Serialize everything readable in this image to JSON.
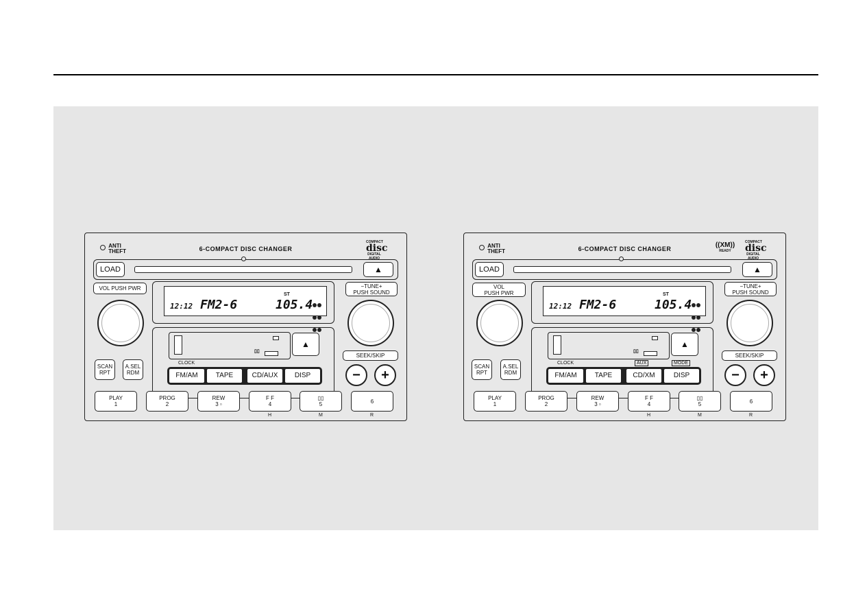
{
  "radios": [
    {
      "anti_theft": [
        "ANTI",
        "THEFT"
      ],
      "model_label": "6-COMPACT DISC CHANGER",
      "xm_logo": null,
      "cd_logo": {
        "top": "COMPACT",
        "big": "disc",
        "bottom": "DIGITAL AUDIO"
      },
      "load_label": "LOAD",
      "eject_symbol": "▲",
      "vol_label": "VOL PUSH PWR",
      "tune_label_1": "−TUNE+",
      "tune_label_2": "PUSH SOUND",
      "display": {
        "clock": "12:12",
        "band": "FM2-6",
        "st": "ST",
        "freq": "105.4"
      },
      "tape_indicator": "▯▯",
      "clock_label": "CLOCK",
      "aux_label": "",
      "mode_label": "",
      "mode_buttons": [
        "FM/AM",
        "TAPE",
        "CD/AUX",
        "DISP"
      ],
      "scan": [
        "SCAN",
        "RPT"
      ],
      "asel": [
        "A.SEL",
        "RDM"
      ],
      "seek_label": "SEEK/SKIP",
      "minus": "−",
      "plus": "+",
      "presets": [
        {
          "top": "PLAY",
          "bottom": "1",
          "sub": ""
        },
        {
          "top": "PROG",
          "bottom": "2",
          "sub": ""
        },
        {
          "top": "REW",
          "bottom": "3 ▫",
          "sub": ""
        },
        {
          "top": "F F",
          "bottom": "4",
          "sub": "H"
        },
        {
          "top": "▯▯",
          "bottom": "5",
          "sub": "M"
        },
        {
          "top": "",
          "bottom": "6",
          "sub": "R"
        }
      ]
    },
    {
      "anti_theft": [
        "ANTI",
        "THEFT"
      ],
      "model_label": "6-COMPACT DISC CHANGER",
      "xm_logo": {
        "big": "((XM))",
        "bottom": "READY"
      },
      "cd_logo": {
        "top": "COMPACT",
        "big": "disc",
        "bottom": "DIGITAL AUDIO"
      },
      "load_label": "LOAD",
      "eject_symbol": "▲",
      "vol_label_1": "VOL",
      "vol_label_2": "PUSH PWR",
      "tune_label_1": "−TUNE+",
      "tune_label_2": "PUSH SOUND",
      "display": {
        "clock": "12:12",
        "band": "FM2-6",
        "st": "ST",
        "freq": "105.4"
      },
      "tape_indicator": "▯▯",
      "clock_label": "CLOCK",
      "aux_label": "AUX",
      "mode_label": "MODE",
      "mode_buttons": [
        "FM/AM",
        "TAPE",
        "CD/XM",
        "DISP"
      ],
      "scan": [
        "SCAN",
        "RPT"
      ],
      "asel": [
        "A.SEL",
        "RDM"
      ],
      "seek_label": "SEEK/SKIP",
      "minus": "−",
      "plus": "+",
      "presets": [
        {
          "top": "PLAY",
          "bottom": "1",
          "sub": ""
        },
        {
          "top": "PROG",
          "bottom": "2",
          "sub": ""
        },
        {
          "top": "REW",
          "bottom": "3 ▫",
          "sub": ""
        },
        {
          "top": "F F",
          "bottom": "4",
          "sub": "H"
        },
        {
          "top": "▯▯",
          "bottom": "5",
          "sub": "M"
        },
        {
          "top": "",
          "bottom": "6",
          "sub": "R"
        }
      ]
    }
  ]
}
